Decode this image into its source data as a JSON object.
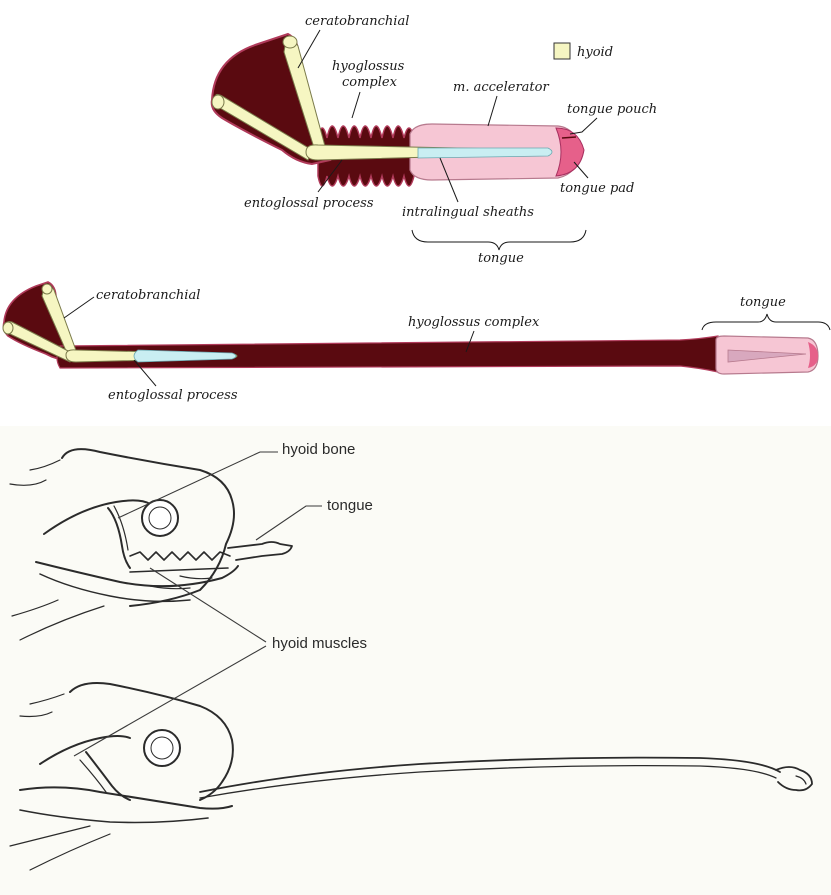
{
  "colors": {
    "muscle": "#5a0a10",
    "muscle_edge": "#b03a5a",
    "hyoid": "#f6f6c2",
    "hyoid_edge": "#7a7a4a",
    "accelerator": "#f6c6d4",
    "tongue_pad": "#e6608a",
    "sheath": "#c9eef2",
    "sketch_bg": "#fbfbf6"
  },
  "top_diagram": {
    "legend": {
      "label": "hyoid"
    },
    "labels": {
      "ceratobranchial": "ceratobranchial",
      "hyoglossus_line1": "hyoglossus",
      "hyoglossus_line2": "complex",
      "m_accelerator": "m. accelerator",
      "tongue_pouch": "tongue pouch",
      "tongue_pad": "tongue pad",
      "entoglossal_process": "entoglossal process",
      "intralingual_sheaths": "intralingual sheaths",
      "tongue": "tongue"
    }
  },
  "middle_diagram": {
    "labels": {
      "ceratobranchial": "ceratobranchial",
      "hyoglossus_complex": "hyoglossus complex",
      "tongue": "tongue",
      "entoglossal_process": "entoglossal process"
    }
  },
  "bottom_sketch": {
    "labels": {
      "hyoid_bone": "hyoid bone",
      "tongue": "tongue",
      "hyoid_muscles": "hyoid muscles"
    }
  }
}
